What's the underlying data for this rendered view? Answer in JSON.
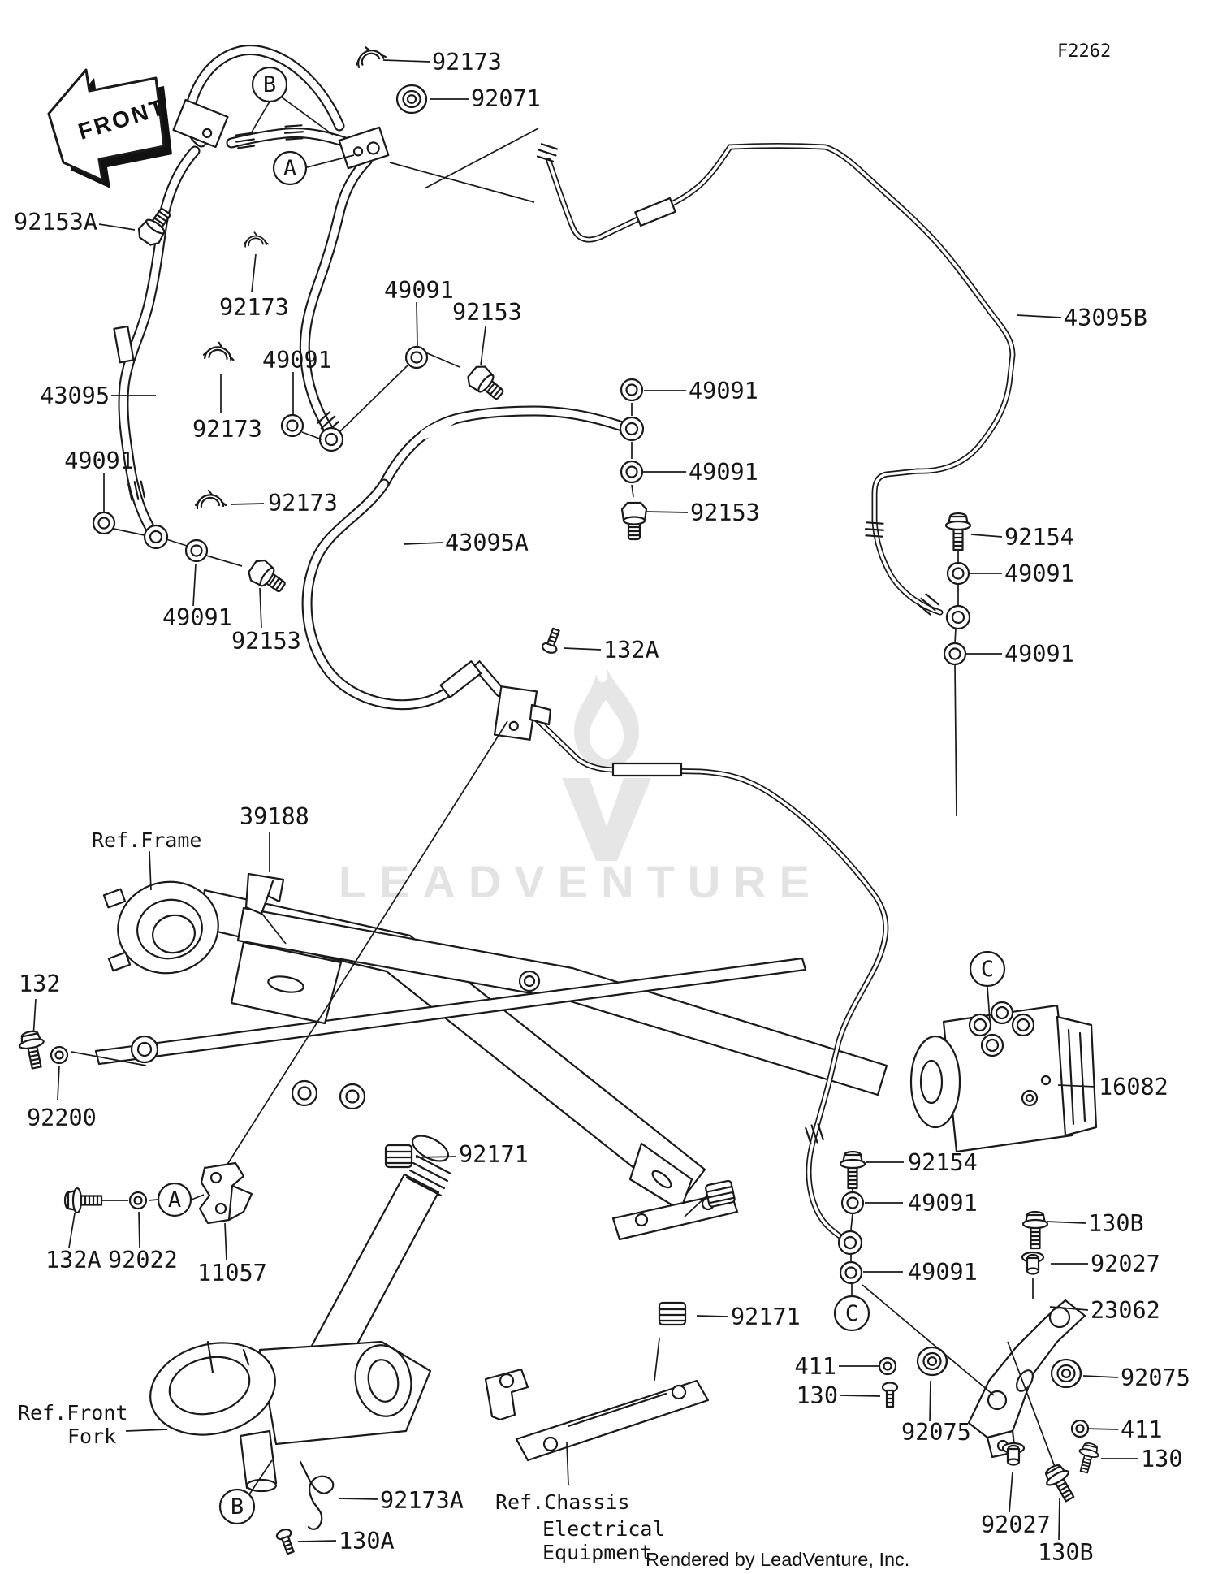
{
  "header": {
    "figure_code": "F2262"
  },
  "front_arrow": {
    "label": "FRONT"
  },
  "watermark": {
    "text": "LEADVENTURE",
    "credit": "Rendered by LeadVenture, Inc."
  },
  "refs": {
    "frame": "Ref.Frame",
    "front_fork_line1": "Ref.Front",
    "front_fork_line2": "Fork",
    "chassis_line1": "Ref.Chassis",
    "chassis_line2": "Electrical",
    "chassis_line3": "Equipment"
  },
  "markers": {
    "a": "A",
    "b": "B",
    "c": "C"
  },
  "colors": {
    "line": "#1a1a1a",
    "watermark": "#e3e3e3",
    "background": "#ffffff"
  },
  "callouts": [
    {
      "id": "c0",
      "text": "92173"
    },
    {
      "id": "c1",
      "text": "92071"
    },
    {
      "id": "c2",
      "text": "92153A"
    },
    {
      "id": "c3",
      "text": "92173"
    },
    {
      "id": "c4",
      "text": "49091"
    },
    {
      "id": "c5",
      "text": "92153"
    },
    {
      "id": "c6",
      "text": "49091"
    },
    {
      "id": "c7",
      "text": "43095"
    },
    {
      "id": "c8",
      "text": "92173"
    },
    {
      "id": "c9",
      "text": "49091"
    },
    {
      "id": "c10",
      "text": "92173"
    },
    {
      "id": "c11",
      "text": "49091"
    },
    {
      "id": "c12",
      "text": "92153"
    },
    {
      "id": "c13",
      "text": "43095A"
    },
    {
      "id": "c14",
      "text": "132A"
    },
    {
      "id": "c15",
      "text": "49091"
    },
    {
      "id": "c16",
      "text": "49091"
    },
    {
      "id": "c17",
      "text": "92153"
    },
    {
      "id": "c18",
      "text": "43095B"
    },
    {
      "id": "c19",
      "text": "92154"
    },
    {
      "id": "c20",
      "text": "49091"
    },
    {
      "id": "c21",
      "text": "49091"
    },
    {
      "id": "c22",
      "text": "39188"
    },
    {
      "id": "c23",
      "text": "132"
    },
    {
      "id": "c24",
      "text": "92200"
    },
    {
      "id": "c25",
      "text": "92171"
    },
    {
      "id": "c26",
      "text": "92171"
    },
    {
      "id": "c27",
      "text": "16082"
    },
    {
      "id": "c28",
      "text": "92154"
    },
    {
      "id": "c29",
      "text": "49091"
    },
    {
      "id": "c30",
      "text": "49091"
    },
    {
      "id": "c31",
      "text": "130B"
    },
    {
      "id": "c32",
      "text": "92027"
    },
    {
      "id": "c33",
      "text": "23062"
    },
    {
      "id": "c34",
      "text": "92075"
    },
    {
      "id": "c35",
      "text": "411"
    },
    {
      "id": "c36",
      "text": "130"
    },
    {
      "id": "c37",
      "text": "92075"
    },
    {
      "id": "c38",
      "text": "411"
    },
    {
      "id": "c39",
      "text": "130"
    },
    {
      "id": "c40",
      "text": "92027"
    },
    {
      "id": "c41",
      "text": "130B"
    },
    {
      "id": "c42",
      "text": "132A"
    },
    {
      "id": "c43",
      "text": "92022"
    },
    {
      "id": "c44",
      "text": "11057"
    },
    {
      "id": "c45",
      "text": "92173A"
    },
    {
      "id": "c46",
      "text": "130A"
    }
  ]
}
